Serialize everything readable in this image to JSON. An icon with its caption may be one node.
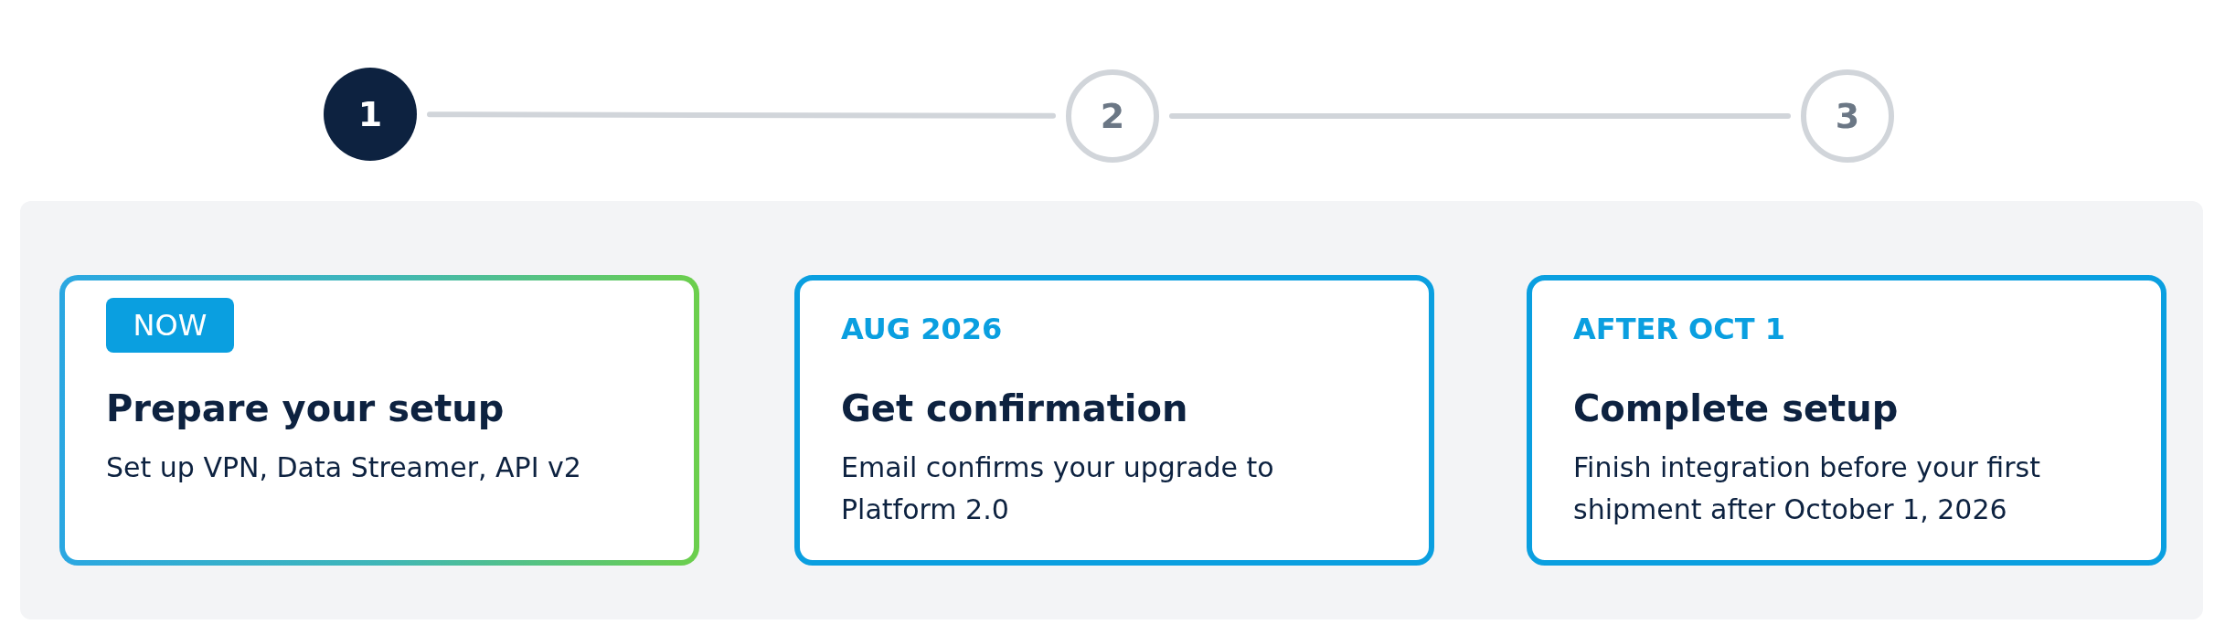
{
  "diagram": {
    "nodes": [
      {
        "text": [
          "1"
        ]
      },
      {
        "text": [
          "2"
        ]
      },
      {
        "text": [
          "3"
        ]
      },
      {
        "text": [],
        "shape": "box"
      },
      {
        "text": [
          "Prepare your setup",
          "Set up VPN, Data Streamer, API v2"
        ],
        "in": 3
      },
      {
        "text": [
          "NOW"
        ],
        "in": 4
      },
      {
        "text": [
          "AUG 2026",
          "Get confirmation",
          "Email confirms your upgrade to Platform 2.0"
        ],
        "in": 3
      },
      {
        "text": [
          "AFTER OCT 1",
          "Complete setup",
          "Finish integration before your first shipment after October 1, 2026"
        ],
        "in": 3
      }
    ],
    "edges": [
      {
        "from": 0,
        "to": 1,
        "arrow": "none"
      },
      {
        "from": 1,
        "to": 2,
        "arrow": "none"
      }
    ]
  }
}
